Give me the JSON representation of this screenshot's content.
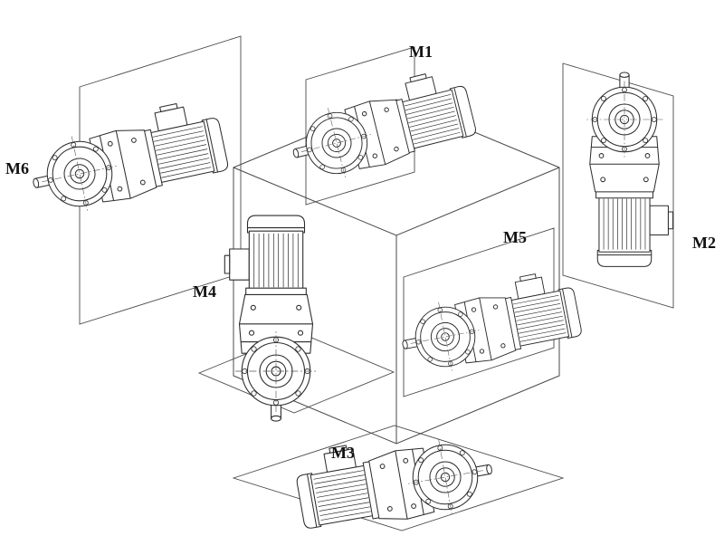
{
  "diagram": {
    "labels": {
      "m1": "M1",
      "m2": "M2",
      "m3": "M3",
      "m4": "M4",
      "m5": "M5",
      "m6": "M6"
    },
    "colors": {
      "background": "#ffffff",
      "line": "#2b2b2b",
      "label_text": "#111111"
    }
  }
}
